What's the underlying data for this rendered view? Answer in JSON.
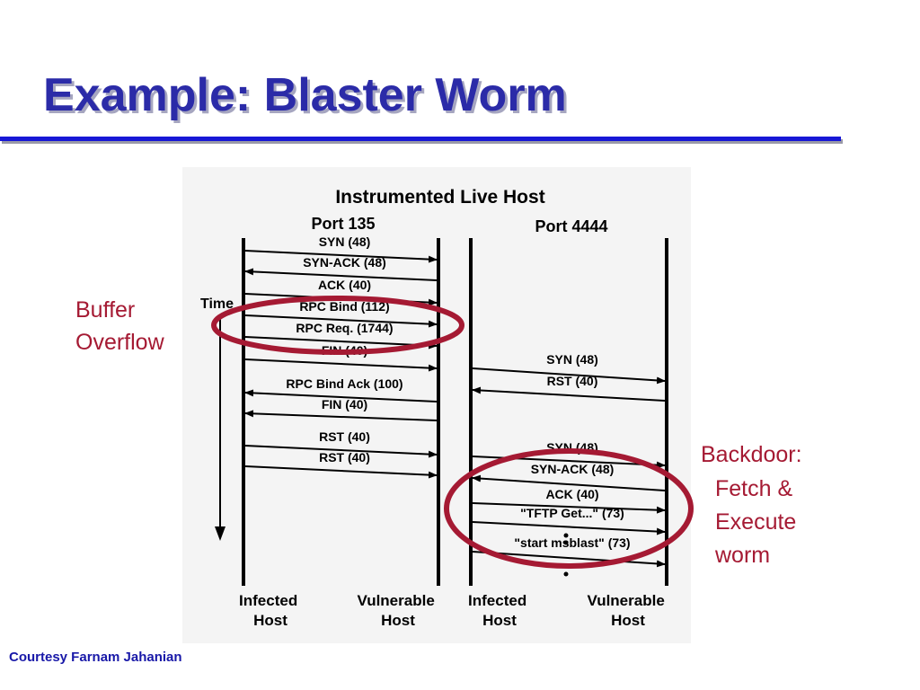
{
  "slide": {
    "title": "Example: Blaster Worm",
    "credit": "Courtesy Farnam Jahanian"
  },
  "diagram": {
    "heading": "Instrumented Live Host",
    "port_left": "Port 135",
    "port_right": "Port 4444",
    "time_label": "Time",
    "hosts": {
      "infected_1": [
        "Infected",
        "Host"
      ],
      "vulnerable_1": [
        "Vulnerable",
        "Host"
      ],
      "infected_2": [
        "Infected",
        "Host"
      ],
      "vulnerable_2": [
        "Vulnerable",
        "Host"
      ]
    },
    "messages_left": [
      {
        "label": "SYN (48)",
        "direction": "right"
      },
      {
        "label": "SYN-ACK (48)",
        "direction": "left"
      },
      {
        "label": "ACK (40)",
        "direction": "right"
      },
      {
        "label": "RPC Bind (112)",
        "direction": "right"
      },
      {
        "label": "RPC Req. (1744)",
        "direction": "right"
      },
      {
        "label": "FIN (40)",
        "direction": "right"
      },
      {
        "label": "RPC Bind  Ack (100)",
        "direction": "left"
      },
      {
        "label": "FIN (40)",
        "direction": "left"
      },
      {
        "label": "RST (40)",
        "direction": "right"
      },
      {
        "label": "RST (40)",
        "direction": "right"
      }
    ],
    "messages_right": [
      {
        "label": "SYN (48)",
        "direction": "right"
      },
      {
        "label": "RST (40)",
        "direction": "left"
      },
      {
        "label": "SYN (48)",
        "direction": "right"
      },
      {
        "label": "SYN-ACK (48)",
        "direction": "left"
      },
      {
        "label": "ACK (40)",
        "direction": "right"
      },
      {
        "label": "\"TFTP Get...\" (73)",
        "direction": "right"
      },
      {
        "label": "\"start msblast\" (73)",
        "direction": "right"
      }
    ],
    "annotations": {
      "left": [
        "Buffer",
        "Overflow"
      ],
      "right": [
        "Backdoor:",
        "Fetch &",
        "Execute",
        "worm"
      ]
    },
    "colors": {
      "annotation": "#a51a33",
      "title": "#2b2ba8",
      "rule": "#1717d6",
      "diagram_bg": "#f4f4f4"
    }
  }
}
